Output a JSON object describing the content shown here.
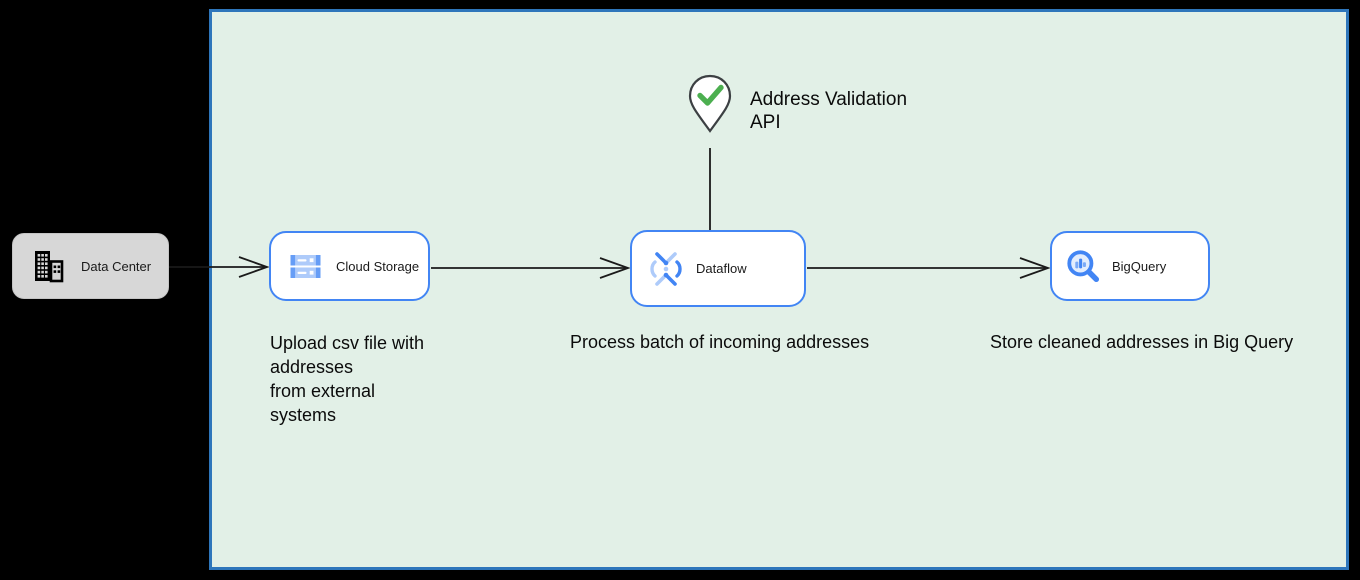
{
  "nodes": {
    "data_center": {
      "label": "Data Center",
      "icon": "building-icon"
    },
    "cloud_storage": {
      "label": "Cloud Storage",
      "icon": "cloud-storage-icon"
    },
    "dataflow": {
      "label": "Dataflow",
      "icon": "dataflow-icon"
    },
    "bigquery": {
      "label": "BigQuery",
      "icon": "bigquery-icon"
    }
  },
  "marker": {
    "label": "Address Validation\nAPI",
    "icon": "map-pin-check-icon"
  },
  "captions": {
    "upload": "Upload csv file with\naddresses\nfrom external\nsystems",
    "process": "Process batch of incoming addresses",
    "store": "Store cleaned addresses in Big Query"
  },
  "colors": {
    "background": "#000000",
    "panel_fill": "#E2F0E7",
    "panel_border": "#2E76BB",
    "node_border": "#4285F4",
    "data_center_fill": "#D7D7D7",
    "connector": "#1A1A1A",
    "check_green": "#4CAF50",
    "icon_blue": "#4285F4",
    "icon_blue_light": "#AECBFA"
  }
}
